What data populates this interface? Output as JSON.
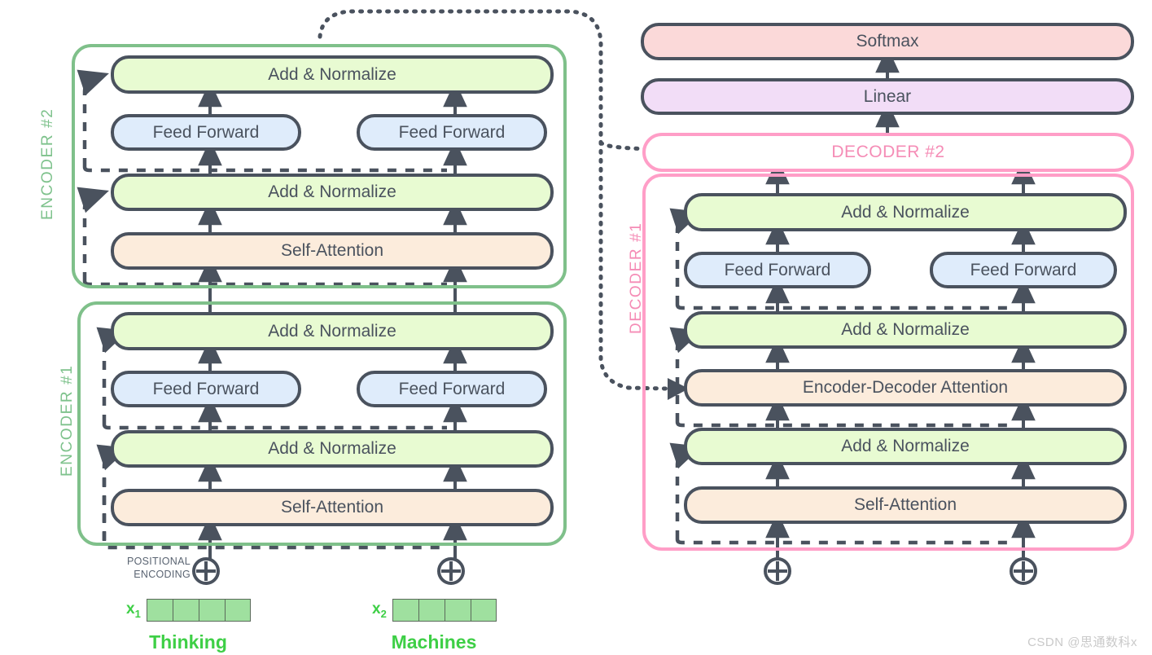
{
  "diagram": {
    "title": "Transformer encoder-decoder architecture",
    "colors": {
      "encoder_border": "#7fc08a",
      "decoder_border": "#ff9ec7",
      "decoder_text": "#f58cb6",
      "encoder_text": "#7ec28c",
      "box_border": "#4a525e",
      "box_text": "#4a525e",
      "add_normalize_fill": "#e8fbd2",
      "feed_forward_fill": "#dfecfb",
      "attention_fill": "#fcecdc",
      "softmax_fill": "#fbd9d9",
      "linear_fill": "#f2ddf7",
      "embedding_fill": "#9fe09f",
      "word_text": "#3ecf46",
      "arrow": "#4a525e"
    }
  },
  "encoder_stack": {
    "encoder2": {
      "label": "ENCODER #2",
      "layers": {
        "add_norm_top": "Add & Normalize",
        "feed_forward_left": "Feed Forward",
        "feed_forward_right": "Feed Forward",
        "add_norm_bottom": "Add & Normalize",
        "self_attention": "Self-Attention"
      }
    },
    "encoder1": {
      "label": "ENCODER #1",
      "layers": {
        "add_norm_top": "Add & Normalize",
        "feed_forward_left": "Feed Forward",
        "feed_forward_right": "Feed Forward",
        "add_norm_bottom": "Add & Normalize",
        "self_attention": "Self-Attention"
      }
    }
  },
  "decoder_stack": {
    "softmax": "Softmax",
    "linear": "Linear",
    "decoder2": {
      "label": "DECODER #2"
    },
    "decoder1": {
      "label": "DECODER #1",
      "layers": {
        "add_norm_top": "Add & Normalize",
        "feed_forward_left": "Feed Forward",
        "feed_forward_right": "Feed Forward",
        "add_norm_mid": "Add & Normalize",
        "encoder_decoder_attention": "Encoder-Decoder Attention",
        "add_norm_bottom": "Add & Normalize",
        "self_attention": "Self-Attention"
      }
    }
  },
  "inputs": {
    "positional_encoding_line1": "POSITIONAL",
    "positional_encoding_line2": "ENCODING",
    "plus_icon": "plus-circle-icon",
    "tokens": [
      {
        "tag": "x",
        "index": "1",
        "word": "Thinking",
        "cells": 4
      },
      {
        "tag": "x",
        "index": "2",
        "word": "Machines",
        "cells": 4
      }
    ]
  },
  "watermark": "CSDN @思通数科x"
}
